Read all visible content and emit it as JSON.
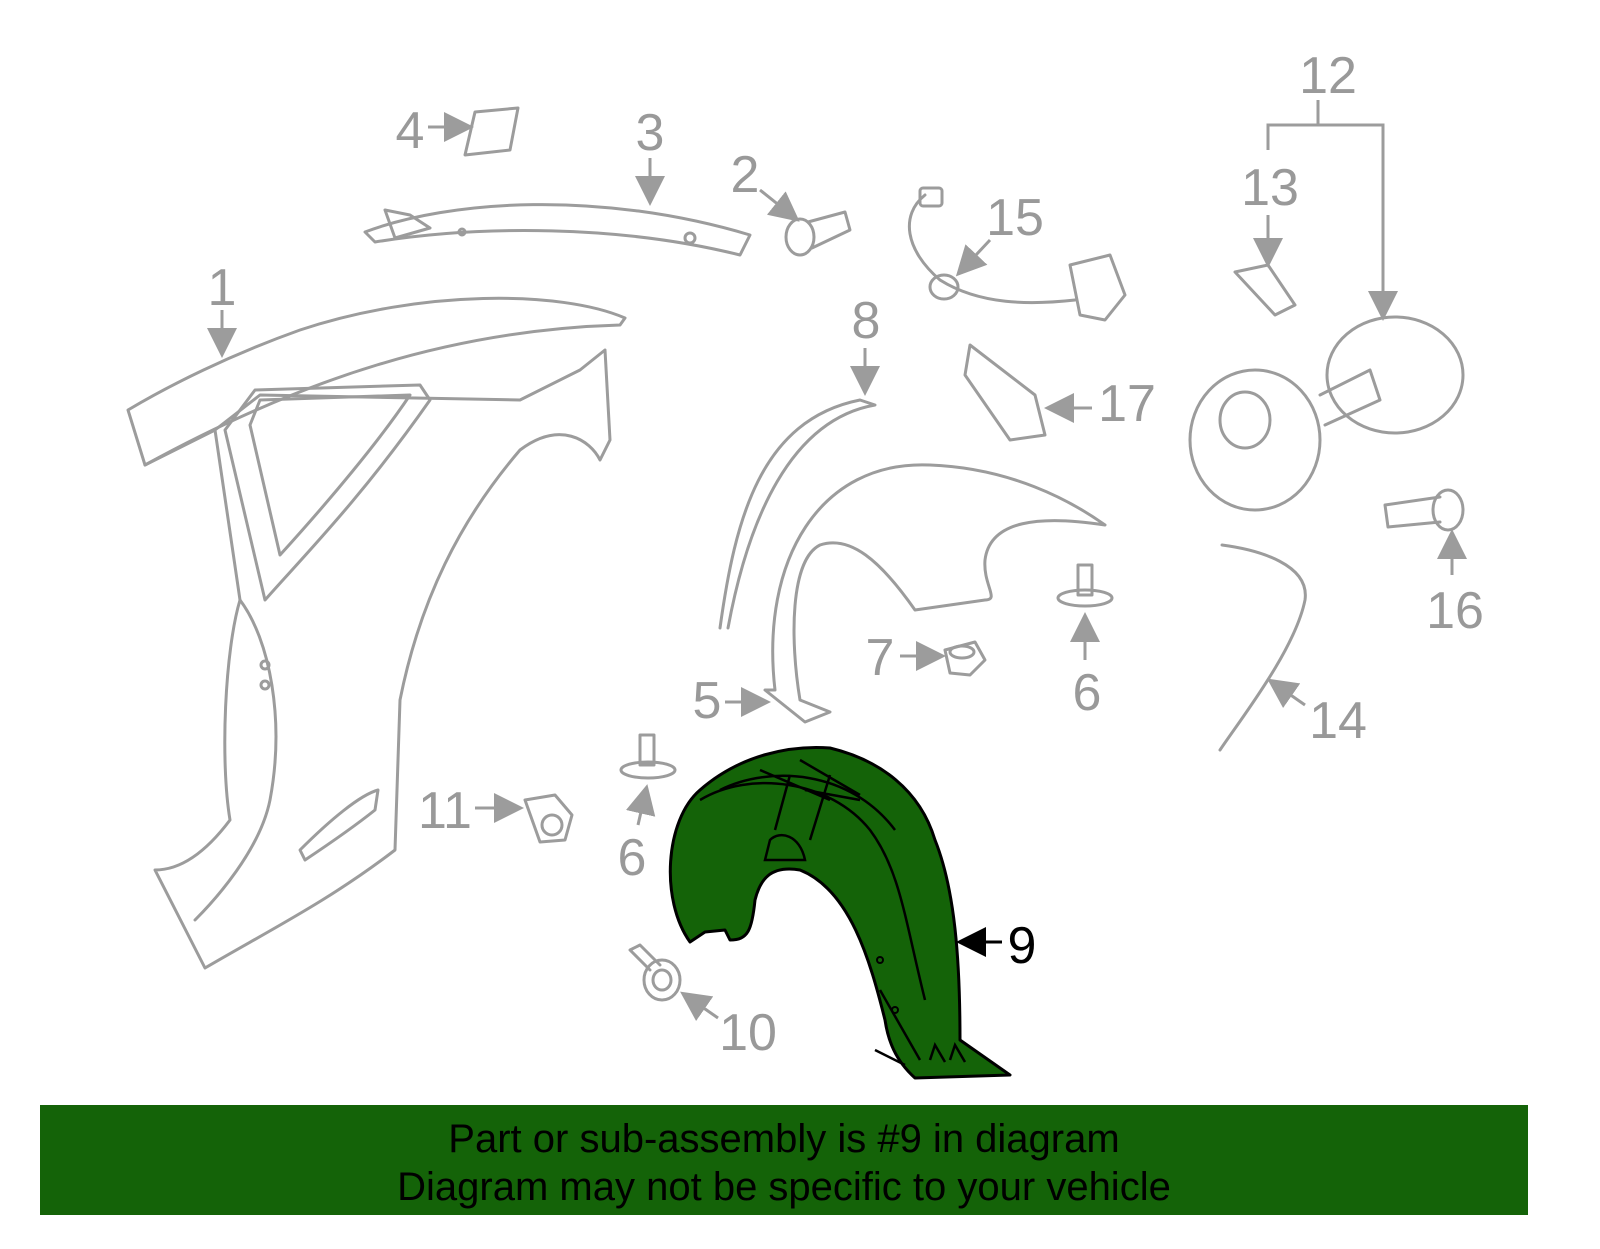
{
  "diagram": {
    "highlight_color": "#146308",
    "line_color": "#9c9c9c",
    "callouts": {
      "c1": "1",
      "c2": "2",
      "c3": "3",
      "c4": "4",
      "c5": "5",
      "c6a": "6",
      "c6b": "6",
      "c7": "7",
      "c8": "8",
      "c9": "9",
      "c10": "10",
      "c11": "11",
      "c12": "12",
      "c13": "13",
      "c14": "14",
      "c15": "15",
      "c16": "16",
      "c17": "17"
    },
    "highlighted_part": "9"
  },
  "banner": {
    "line1": "Part or sub-assembly is #9 in diagram",
    "line2": "Diagram may not be specific to your vehicle"
  }
}
